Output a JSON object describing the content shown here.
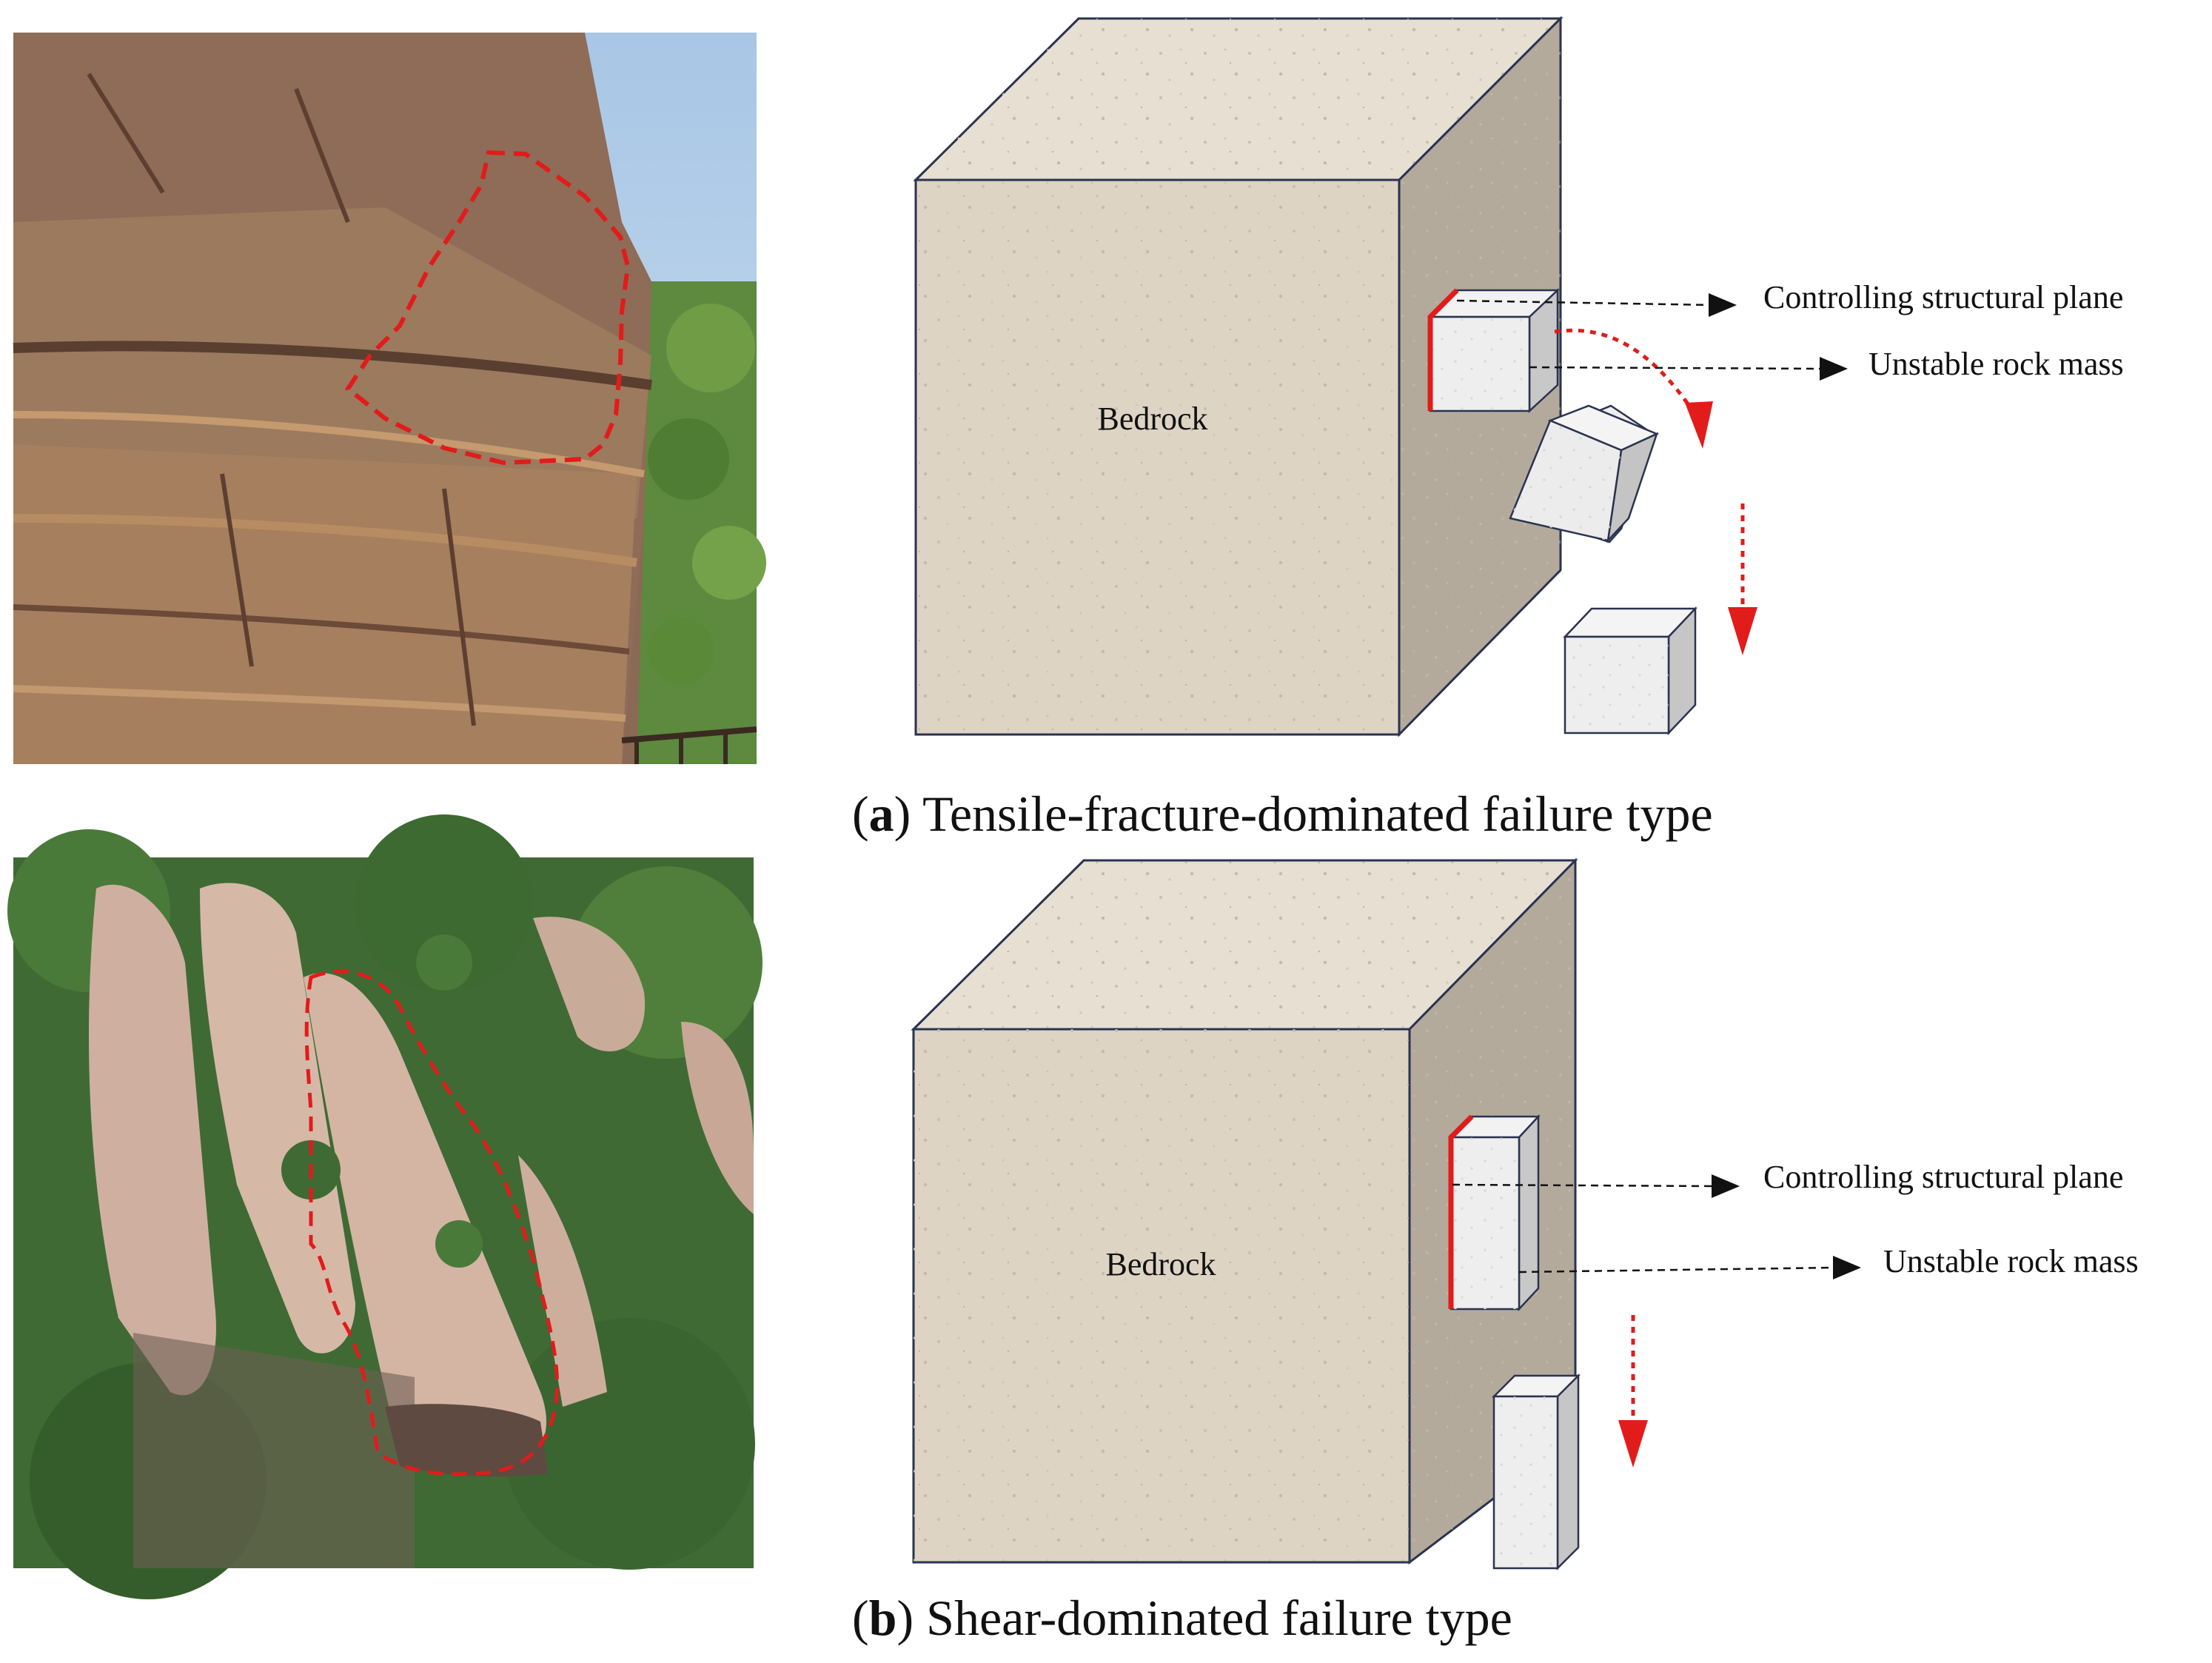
{
  "panels": [
    {
      "id": "a",
      "caption_letter": "a",
      "caption_text": "Tensile-fracture-dominated failure type",
      "bedrock_label": "Bedrock",
      "annotations": [
        "Controlling structural plane",
        "Unstable rock mass"
      ]
    },
    {
      "id": "b",
      "caption_letter": "b",
      "caption_text": "Shear-dominated failure type",
      "bedrock_label": "Bedrock",
      "annotations": [
        "Controlling structural plane",
        "Unstable rock mass"
      ]
    }
  ],
  "colors": {
    "cube_front": "#ddd4c4",
    "cube_top": "#e6dfd2",
    "cube_side": "#b3aa9c",
    "block_face": "#eeeeee",
    "outline": "#2a3350",
    "highlight": "#e21b1b",
    "photo_a_rock": "#8a6a55",
    "photo_a_sky": "#a8c6e6",
    "photo_b_rock": "#d2b3a2",
    "photo_b_vegetation": "#3f6a34"
  },
  "icons": [
    "dashed-outline-icon",
    "dashed-arrow-icon",
    "fall-arrow-icon"
  ]
}
